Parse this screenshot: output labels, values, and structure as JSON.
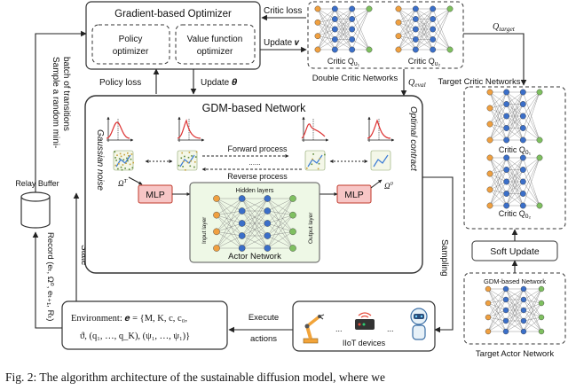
{
  "optimizer": {
    "title": "Gradient-based Optimizer",
    "policy_label": [
      "Policy",
      "optimizer"
    ],
    "value_label": [
      "Value function",
      "optimizer"
    ]
  },
  "arrows": {
    "critic_loss": "Critic loss",
    "update_v": "Update 𝒗",
    "policy_loss": "Policy loss",
    "update_theta": "Update 𝜽",
    "q_target": "Q",
    "q_target_sub": "target",
    "q_eval": "Q",
    "q_eval_sub": "eval",
    "sample_label": [
      "Sample a random mini-",
      "batch of transitions"
    ],
    "state": "State",
    "record": "Record (e",
    "record_tail": "ₜ, Ω⁰, e",
    "record_end": "ₜ₊₁, Rₜ)",
    "sampling": "Sampling",
    "execute": [
      "Execute",
      "actions"
    ]
  },
  "critics": {
    "title": "Double Critic Networks",
    "labels": [
      "Critic Q",
      "Critic Q"
    ],
    "subs": [
      "υ₁",
      "υ₂"
    ]
  },
  "target_critic": {
    "title": "Target Critic Networks",
    "labels": [
      "Critic Q",
      "Critic Q"
    ],
    "subs": [
      "ῡ₁",
      "ῡ₂"
    ]
  },
  "soft_update": "Soft Update",
  "target_actor": {
    "title": "Target Actor Network",
    "inner": "GDM-based Network"
  },
  "gdm": {
    "title": "GDM-based Network",
    "gaussian": "Gaussian noise",
    "optimal": "Optimal contract",
    "forward": "Forward process",
    "reverse": "Reverse process",
    "omega_t": "Ω",
    "omega_t_sup": "T",
    "omega_0": "Ω",
    "omega_0_sup": "0",
    "mlp": "MLP",
    "dots": "......"
  },
  "actor": {
    "title": "Actor Network",
    "hidden": "Hidden layers",
    "input": "Input layer",
    "output": "Output layer"
  },
  "buffer": "Relay Buffer",
  "environment": {
    "line1": "Environment: 𝒆 = {M, K, c, c₀,",
    "line2": "ϑ, (q₁, …, q_K), (ψ₁, …, ψ₁)}"
  },
  "iiot": {
    "label": "IIoT devices",
    "dots": "..."
  },
  "caption": "Fig. 2: The algorithm architecture of the sustainable diffusion model, where we",
  "colors": {
    "node_blue": "#3b6fc9",
    "node_orange": "#f0a040",
    "node_green": "#7fc060",
    "mlp_fill": "#f7c6c6",
    "mlp_stroke": "#c0392b",
    "actor_fill": "#eef8e6"
  }
}
